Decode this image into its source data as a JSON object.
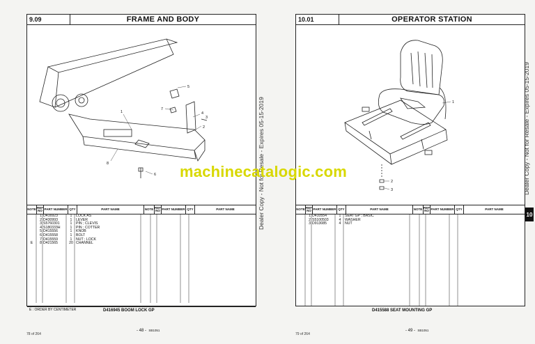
{
  "left_page": {
    "section": "9.09",
    "title": "FRAME AND BODY",
    "callouts": [
      "1",
      "2",
      "3",
      "4",
      "5",
      "6",
      "7",
      "8"
    ],
    "table_headers": {
      "note": "NOTE",
      "ref": "REF NO",
      "part": "PART NUMBER",
      "qty": "QTY",
      "name": "PART NAME"
    },
    "rows": [
      {
        "note": "",
        "ref": "1",
        "part": "D416923",
        "qty": "1",
        "name": "LOCK AS"
      },
      {
        "note": "",
        "ref": "2",
        "part": "D430993",
        "qty": "1",
        "name": "LEVER"
      },
      {
        "note": "",
        "ref": "3",
        "part": "S5760301",
        "qty": "1",
        "name": "PIN ; CLEVIS"
      },
      {
        "note": "",
        "ref": "4",
        "part": "S180333H",
        "qty": "1",
        "name": "PIN ; COTTER"
      },
      {
        "note": "",
        "ref": "5",
        "part": "D415556",
        "qty": "1",
        "name": "KNOB"
      },
      {
        "note": "",
        "ref": "6",
        "part": "D415558",
        "qty": "1",
        "name": "BOLT"
      },
      {
        "note": "",
        "ref": "7",
        "part": "D415559",
        "qty": "1",
        "name": "NUT ; LOCK"
      },
      {
        "note": "E",
        "ref": "8",
        "part": "D421565",
        "qty": "20",
        "name": "CHANNEL"
      }
    ],
    "footnote": "E : ORDER BY CENTIMETER",
    "caption": "D416945  BOOM LOCK GP",
    "page_number": "- 48 -",
    "doc_code": "SB1051",
    "sheet_count": "78 of 264"
  },
  "right_page": {
    "section": "10.01",
    "title": "OPERATOR STATION",
    "callouts": [
      "1",
      "2",
      "3"
    ],
    "table_headers": {
      "note": "NOTE",
      "ref": "REF NO",
      "part": "PART NUMBER",
      "qty": "QTY",
      "name": "PART NAME"
    },
    "rows": [
      {
        "note": "",
        "ref": "1",
        "part": "D410554",
        "qty": "1",
        "name": "SEAT GP ; BASIC"
      },
      {
        "note": "",
        "ref": "2",
        "part": "S5100503",
        "qty": "4",
        "name": "WASHER"
      },
      {
        "note": "",
        "ref": "3",
        "part": "D913085",
        "qty": "4",
        "name": "NUT"
      }
    ],
    "caption": "D415588  SEAT MOUNTING GP",
    "page_number": "- 49 -",
    "doc_code": "SB1051",
    "sheet_count": "79 of 264"
  },
  "side_stamp": "Dealer Copy - Not for Resale - Expires 05-15-2019",
  "tab_label": "10",
  "watermark": "machinecatalogic.com",
  "colors": {
    "watermark": "#d8d800",
    "line": "#222222"
  }
}
